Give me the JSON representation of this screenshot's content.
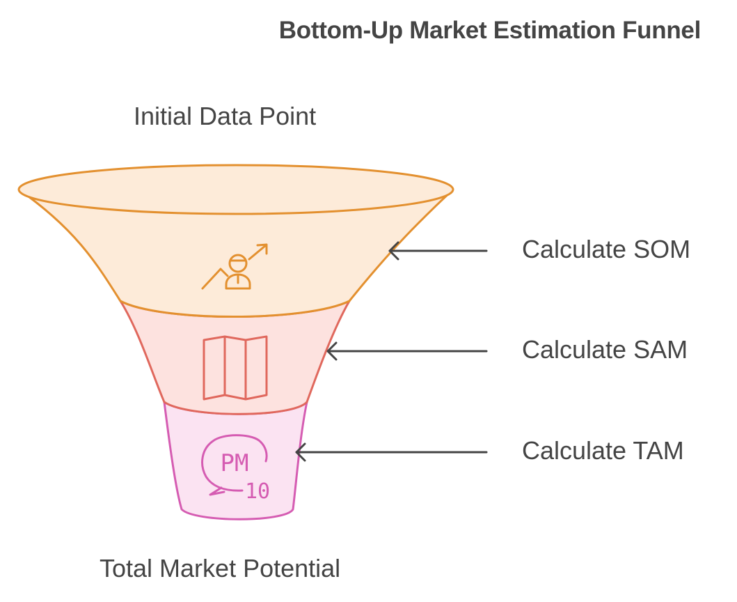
{
  "title": "Bottom-Up Market Estimation Funnel",
  "top_label": "Initial Data Point",
  "bottom_label": "Total Market Potential",
  "stages": [
    {
      "label": "Calculate SOM",
      "icon": "person-growth-icon",
      "fill": "#fdebd9",
      "stroke": "#e3902f"
    },
    {
      "label": "Calculate SAM",
      "icon": "map-icon",
      "fill": "#fde2df",
      "stroke": "#e0685d"
    },
    {
      "label": "Calculate TAM",
      "icon": "pm10-speech-bubble-icon",
      "icon_text_top": "PM",
      "icon_text_bottom": "10",
      "fill": "#fbe3f2",
      "stroke": "#d55cb2"
    }
  ],
  "arrow_color": "#444444"
}
